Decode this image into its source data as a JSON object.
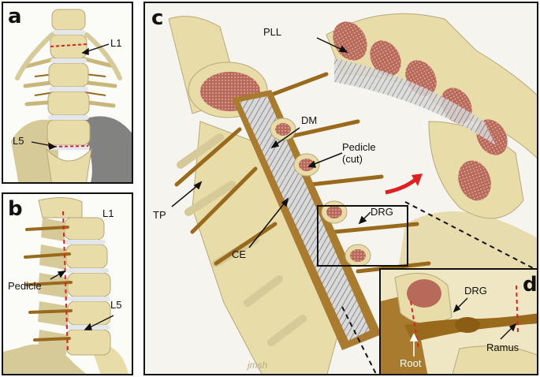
{
  "panels": {
    "a": {
      "label": "a",
      "annotations": {
        "upper": "L1",
        "lower": "L5"
      }
    },
    "b": {
      "label": "b",
      "annotations": {
        "upper": "L1",
        "middle": "Pedicle",
        "lower": "L5"
      }
    },
    "c": {
      "label": "c",
      "annotations": {
        "pll": "PLL",
        "dm": "DM",
        "pedicle": "Pedicle\n(cut)",
        "tp": "TP",
        "ce": "CE",
        "drg": "DRG"
      }
    },
    "d": {
      "label": "d",
      "annotations": {
        "drg": "DRG",
        "ramus": "Ramus",
        "root": "Root"
      }
    }
  },
  "signature": "jmsh",
  "colors": {
    "bone": "#e8dca8",
    "bone_dark": "#c9b77a",
    "nerve": "#9a6a1c",
    "marrow": "#b86a5a",
    "disc": "#e3e6ea",
    "accent": "#e02020"
  }
}
